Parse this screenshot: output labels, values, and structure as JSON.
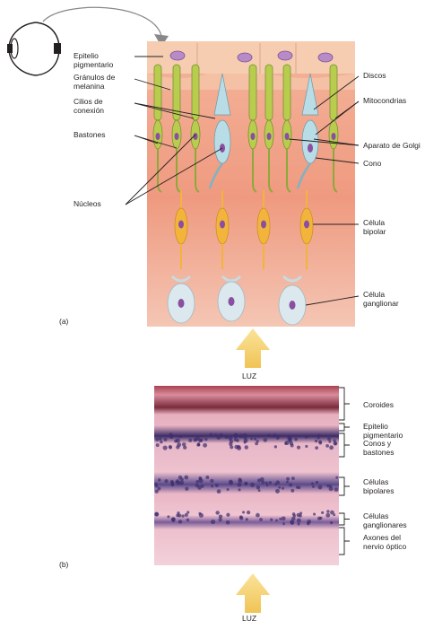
{
  "panel_a": {
    "tag": "(a)",
    "left_labels": [
      {
        "id": "epitelio",
        "text": "Epitelio\npigmentario"
      },
      {
        "id": "granulos",
        "text": "Gránulos de\nmelanina"
      },
      {
        "id": "cilios",
        "text": "Cilios de\nconexión"
      },
      {
        "id": "bastones",
        "text": "Bastones"
      },
      {
        "id": "nucleos",
        "text": "Núcleos"
      }
    ],
    "right_labels": [
      {
        "id": "discos",
        "text": "Discos"
      },
      {
        "id": "mitocondrias",
        "text": "Mitocondrias"
      },
      {
        "id": "golgi",
        "text": "Aparato de Golgi"
      },
      {
        "id": "cono",
        "text": "Cono"
      },
      {
        "id": "bipolar",
        "text": "Célula\nbipolar"
      },
      {
        "id": "ganglionar",
        "text": "Célula\nganglionar"
      }
    ],
    "light_label": "LUZ"
  },
  "panel_b": {
    "tag": "(b)",
    "layers": [
      {
        "id": "coroides",
        "text": "Coroides"
      },
      {
        "id": "epitelio",
        "text": "Epitelio\npigmentario"
      },
      {
        "id": "conos",
        "text": "Conos y\nbastones"
      },
      {
        "id": "bipolares",
        "text": "Células\nbipolares"
      },
      {
        "id": "ganglionares",
        "text": "Células\nganglionares"
      },
      {
        "id": "axones",
        "text": "Axones del\nnervio óptico"
      }
    ],
    "light_label": "LUZ"
  },
  "colors": {
    "retina_bg": "#f2a98e",
    "epithelium": "#f6d0b4",
    "rod": "#b8cc4e",
    "cone": "#b9dde6",
    "bipolar": "#f2b43a",
    "ganglion": "#dbe8ee",
    "nucleus": "#8a4fa1",
    "arrow": "#f5cf6a",
    "histology": "#e9b3c4"
  }
}
